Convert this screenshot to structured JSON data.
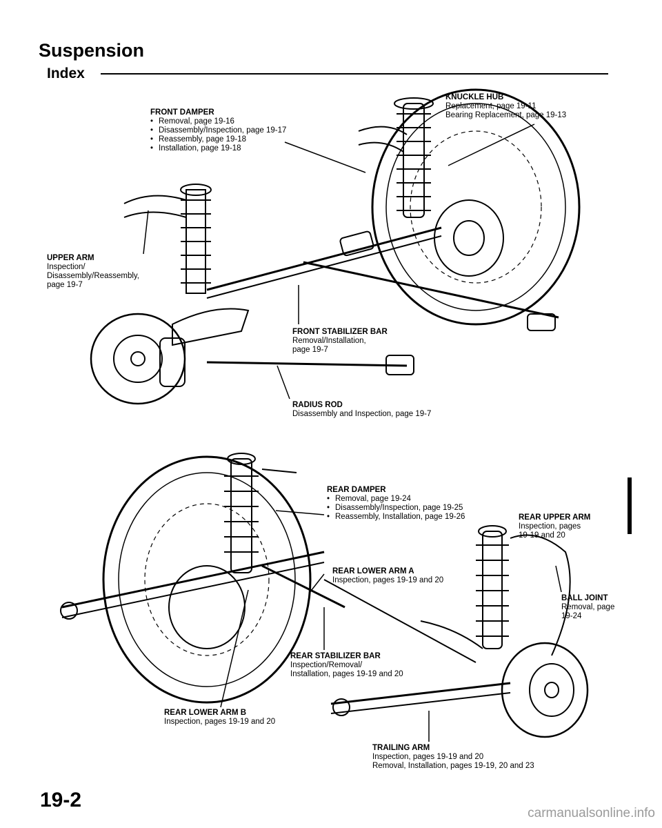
{
  "header": {
    "title": "Suspension",
    "subtitle": "Index"
  },
  "labels": {
    "front_damper": {
      "title": "FRONT DAMPER",
      "lines": [
        "Removal, page 19-16",
        "Disassembly/Inspection, page 19-17",
        "Reassembly, page 19-18",
        "Installation, page 19-18"
      ]
    },
    "knuckle_hub": {
      "title": "KNUCKLE HUB",
      "lines": [
        "Replacement, page 19-11",
        "Bearing Replacement, page 19-13"
      ]
    },
    "upper_arm": {
      "title": "UPPER ARM",
      "lines": [
        "Inspection/",
        "Disassembly/Reassembly,",
        "page 19-7"
      ]
    },
    "front_stabilizer_bar": {
      "title": "FRONT STABILIZER BAR",
      "lines": [
        "Removal/Installation,",
        "page 19-7"
      ]
    },
    "radius_rod": {
      "title": "RADIUS ROD",
      "lines": [
        "Disassembly and Inspection, page 19-7"
      ]
    },
    "rear_damper": {
      "title": "REAR DAMPER",
      "lines": [
        "Removal, page 19-24",
        "Disassembly/Inspection, page 19-25",
        "Reassembly, Installation, page 19-26"
      ]
    },
    "rear_upper_arm": {
      "title": "REAR UPPER ARM",
      "lines": [
        "Inspection, pages",
        "19-19 and 20"
      ]
    },
    "rear_lower_arm_a": {
      "title": "REAR LOWER ARM A",
      "lines": [
        "Inspection, pages 19-19 and 20"
      ]
    },
    "ball_joint": {
      "title": "BALL JOINT",
      "lines": [
        "Removal, page",
        "19-24"
      ]
    },
    "rear_stabilizer_bar": {
      "title": "REAR STABILIZER BAR",
      "lines": [
        "Inspection/Removal/",
        "Installation, pages 19-19 and 20"
      ]
    },
    "rear_lower_arm_b": {
      "title": "REAR LOWER ARM B",
      "lines": [
        "Inspection, pages 19-19 and 20"
      ]
    },
    "trailing_arm": {
      "title": "TRAILING ARM",
      "lines": [
        "Inspection, pages 19-19 and 20",
        "Removal, Installation, pages 19-19, 20 and 23"
      ]
    }
  },
  "footer": {
    "page_number": "19-2",
    "url": "carmanualsonline.info"
  }
}
